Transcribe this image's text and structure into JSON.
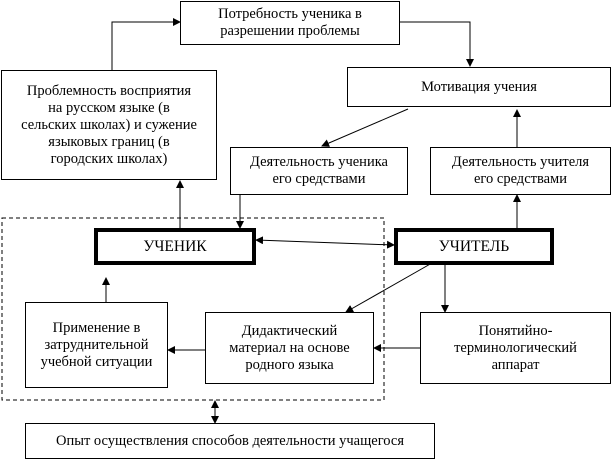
{
  "nodes": {
    "need": "Потребность ученика в\nразрешении проблемы",
    "motivation": "Мотивация учения",
    "problem": "Проблемность восприятия\nна русском языке (в\nсельских школах)  и сужение\nязыковых границ (в\nгородских школах)",
    "student_activity": "Деятельность ученика\nего средствами",
    "teacher_activity": "Деятельность учителя\nего средствами",
    "student": "УЧЕНИК",
    "teacher": "УЧИТЕЛЬ",
    "application": "Применение в\nзатруднительной\nучебной ситуации",
    "didactic": "Дидактический\nматериал на основе\nродного языка",
    "terminology": "Понятийно-\nтерминологический\nаппарат",
    "experience": "Опыт осуществления  способов деятельности учащегося"
  }
}
